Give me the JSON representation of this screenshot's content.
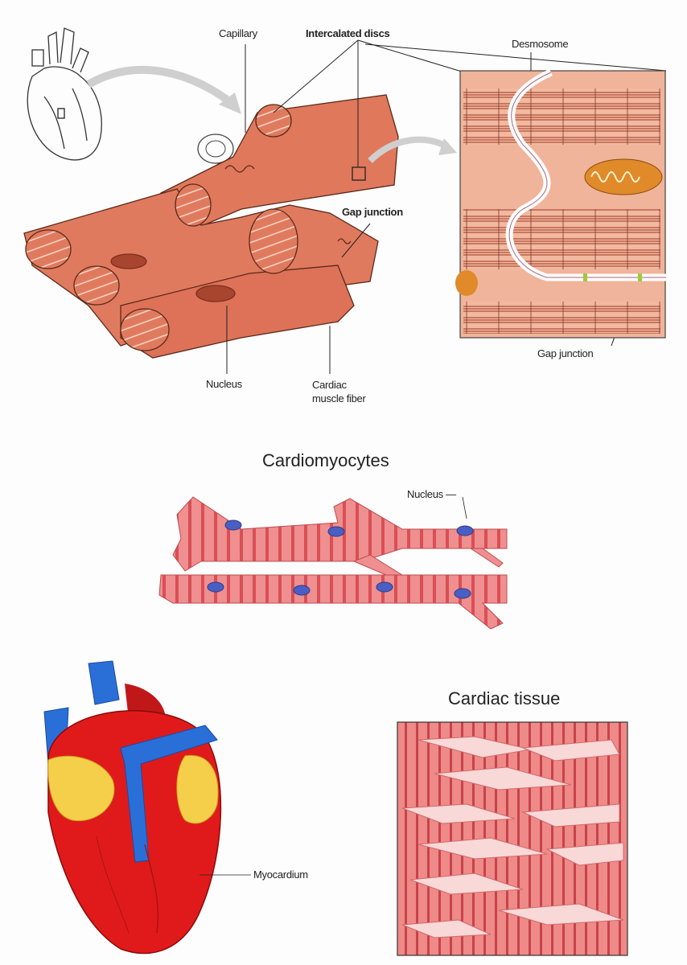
{
  "top_panel": {
    "labels": {
      "capillary": "Capillary",
      "intercalated_discs": "Intercalated discs",
      "desmosome": "Desmosome",
      "gap_junction_main": "Gap junction",
      "gap_junction_inset": "Gap junction",
      "nucleus": "Nucleus",
      "cardiac_fiber_line1": "Cardiac",
      "cardiac_fiber_line2": "muscle fiber"
    }
  },
  "middle_panel": {
    "title": "Cardiomyocytes",
    "nucleus_label": "Nucleus —"
  },
  "bottom_panel": {
    "myocardium_label": "Myocardium",
    "tissue_title": "Cardiac tissue"
  },
  "colors": {
    "muscle": "#e0785c",
    "muscle_dark": "#b8503a",
    "cardio_pink": "#ef8f8f",
    "nucleus_blue": "#4a5fc4",
    "heart_red": "#e01a1a",
    "vessel_blue": "#2a6fd8",
    "fat_yellow": "#f5cf4a"
  }
}
